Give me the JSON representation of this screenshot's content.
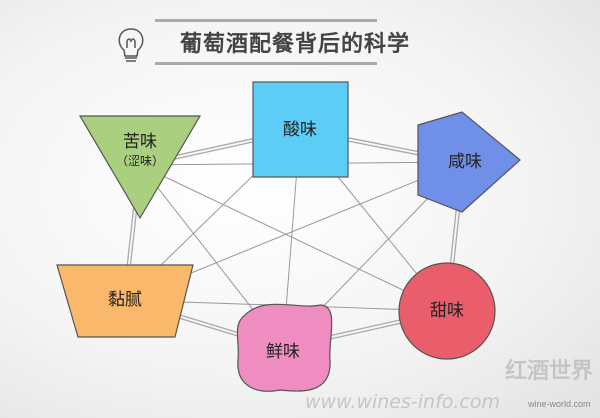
{
  "title": "葡萄酒配餐背后的科学",
  "header_icon": "lightbulb-icon",
  "nodes": [
    {
      "id": "bitter",
      "label": "苦味",
      "sublabel": "（涩味）",
      "shape": "inverted-triangle",
      "color": "#a9cf7f"
    },
    {
      "id": "sour",
      "label": "酸味",
      "shape": "square",
      "color": "#5ccdf6"
    },
    {
      "id": "salty",
      "label": "咸味",
      "shape": "pentagon",
      "color": "#6f8fe8"
    },
    {
      "id": "fatty",
      "label": "黏腻",
      "shape": "trapezoid",
      "color": "#f9b86b"
    },
    {
      "id": "umami",
      "label": "鲜味",
      "shape": "blob",
      "color": "#ef8cc0"
    },
    {
      "id": "sweet",
      "label": "甜味",
      "shape": "circle",
      "color": "#ea5d6b"
    }
  ],
  "watermark": {
    "brand": "红酒世界",
    "url": "www.wines-info.com",
    "url2": "wine-world.com"
  }
}
